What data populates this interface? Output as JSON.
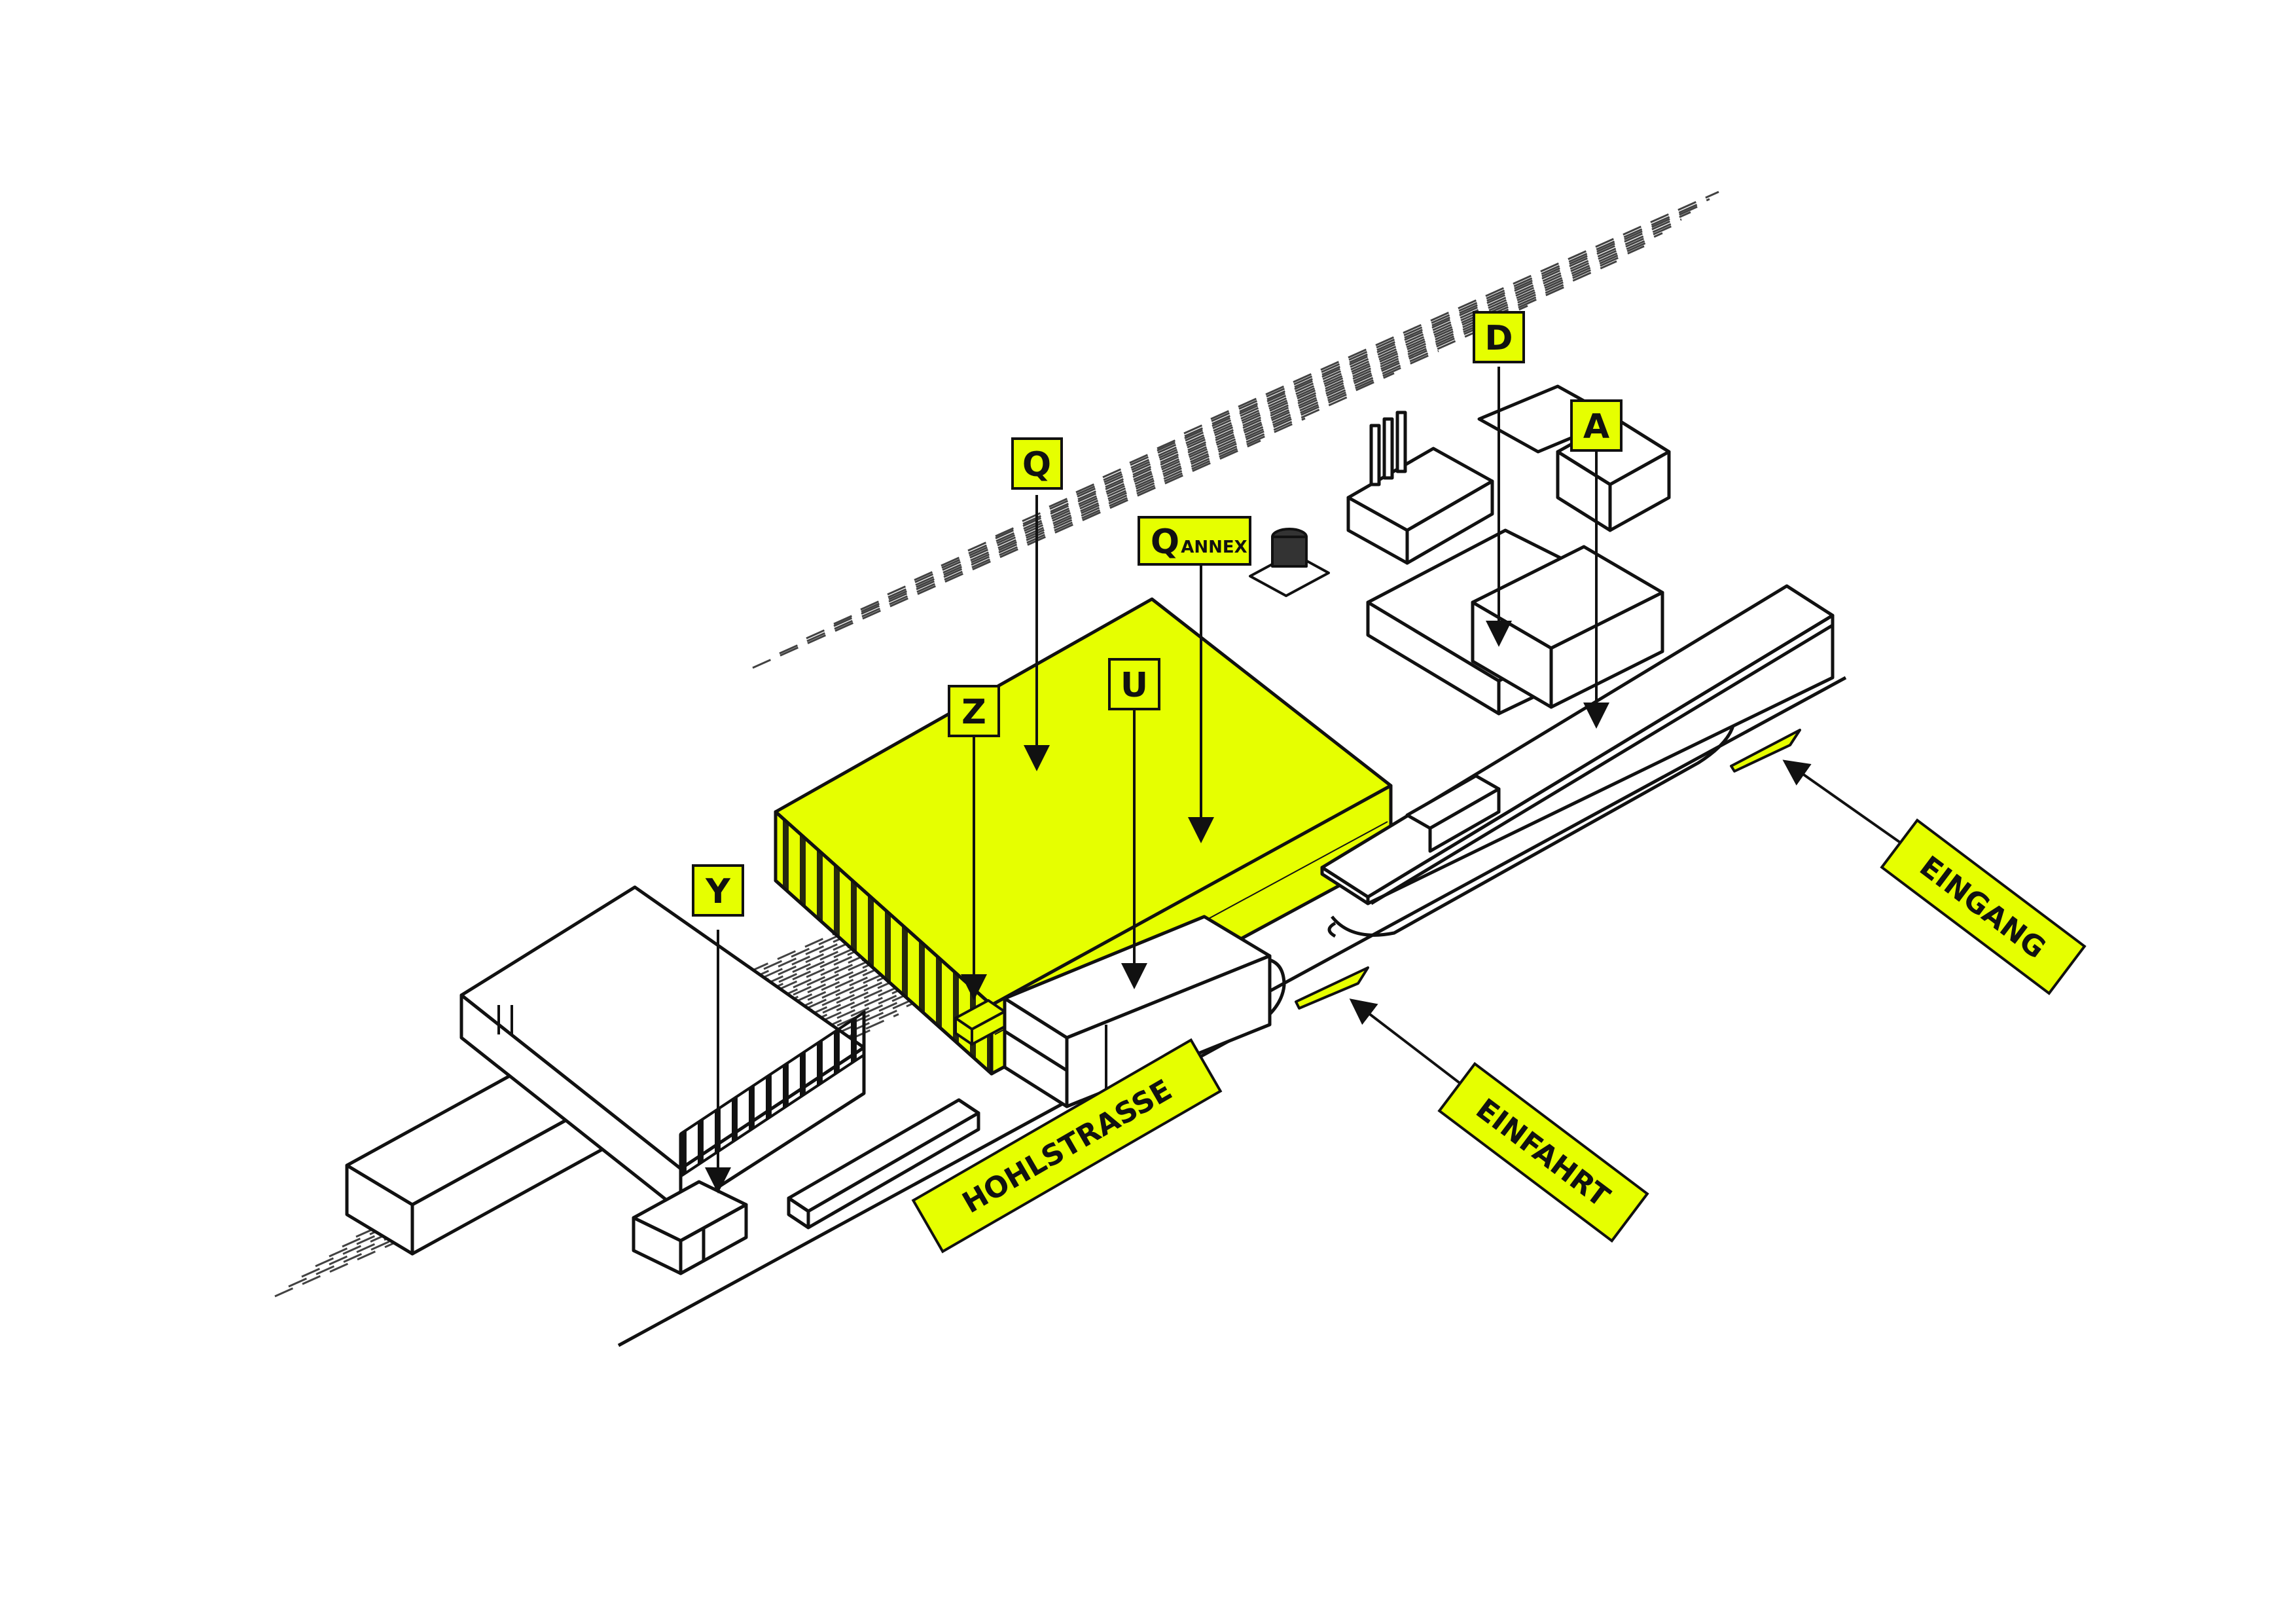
{
  "colors": {
    "accent": "#e6ff00",
    "ink": "#111111",
    "background": "#ffffff"
  },
  "map": {
    "buildings": {
      "q": {
        "label": "Q"
      },
      "q_annex": {
        "label": "Q",
        "sub": "ANNEX"
      },
      "u": {
        "label": "U"
      },
      "z": {
        "label": "Z"
      },
      "y": {
        "label": "Y"
      },
      "d": {
        "label": "D"
      },
      "a": {
        "label": "A"
      }
    },
    "streets": {
      "hohlstrasse": {
        "label": "HOHLSTRASSE"
      },
      "einfahrt": {
        "label": "EINFAHRT"
      },
      "eingang": {
        "label": "EINGANG"
      }
    }
  }
}
